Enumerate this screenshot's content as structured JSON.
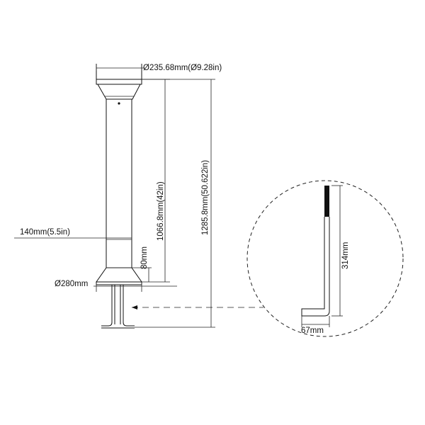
{
  "dimensions": {
    "top_diameter": "Ø235.68mm(Ø9.28in)",
    "body_height": "1066.8mm(42in)",
    "total_height": "1285.8mm(50.622in)",
    "body_width": "140mm(5.5in)",
    "base_height": "80mm",
    "base_diameter": "Ø280mm",
    "bolt_length": "314mm",
    "bolt_foot": "67mm"
  }
}
